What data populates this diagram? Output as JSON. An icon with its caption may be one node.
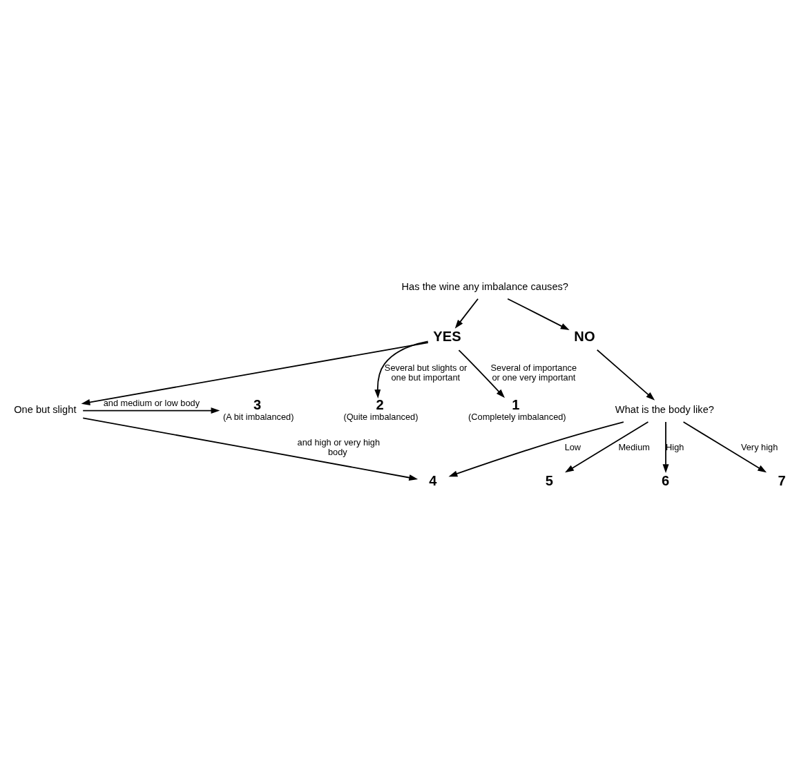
{
  "diagram": {
    "nodes": [
      {
        "text": [
          "Has the wine any imbalance causes?"
        ]
      },
      {
        "text": [
          "NO"
        ]
      },
      {
        "text": [
          "YES"
        ]
      },
      {
        "text": [
          "1",
          "(Completely imbalanced)"
        ]
      },
      {
        "text": [
          "2",
          "(Quite imbalanced)"
        ]
      },
      {
        "text": [
          "One but slight"
        ]
      },
      {
        "text": [
          "3",
          "(A bit imbalanced)"
        ]
      },
      {
        "text": [
          "What is the body like?"
        ]
      },
      {
        "text": [
          "4"
        ]
      },
      {
        "text": [
          "5"
        ]
      },
      {
        "text": [
          "6"
        ]
      },
      {
        "text": [
          "7"
        ]
      }
    ],
    "edges": [
      {
        "from": 0,
        "to": 1,
        "arrow": "to"
      },
      {
        "from": 0,
        "to": 2,
        "arrow": "to"
      },
      {
        "from": 2,
        "to": 3,
        "arrow": "to",
        "label": "Several of importance or one very important"
      },
      {
        "from": 2,
        "to": 4,
        "arrow": "to",
        "label": "Several but slights or one but important"
      },
      {
        "from": 2,
        "to": 5,
        "arrow": "to"
      },
      {
        "from": 5,
        "to": 6,
        "arrow": "to",
        "label": "and medium or low body"
      },
      {
        "from": 5,
        "to": 8,
        "arrow": "to",
        "label": "and high or very high body"
      },
      {
        "from": 1,
        "to": 7,
        "arrow": "to"
      },
      {
        "from": 7,
        "to": 8,
        "arrow": "to",
        "label": "Low"
      },
      {
        "from": 7,
        "to": 9,
        "arrow": "to",
        "label": "Medium"
      },
      {
        "from": 7,
        "to": 10,
        "arrow": "to",
        "label": "High"
      },
      {
        "from": 7,
        "to": 11,
        "arrow": "to",
        "label": "Very high"
      }
    ]
  }
}
